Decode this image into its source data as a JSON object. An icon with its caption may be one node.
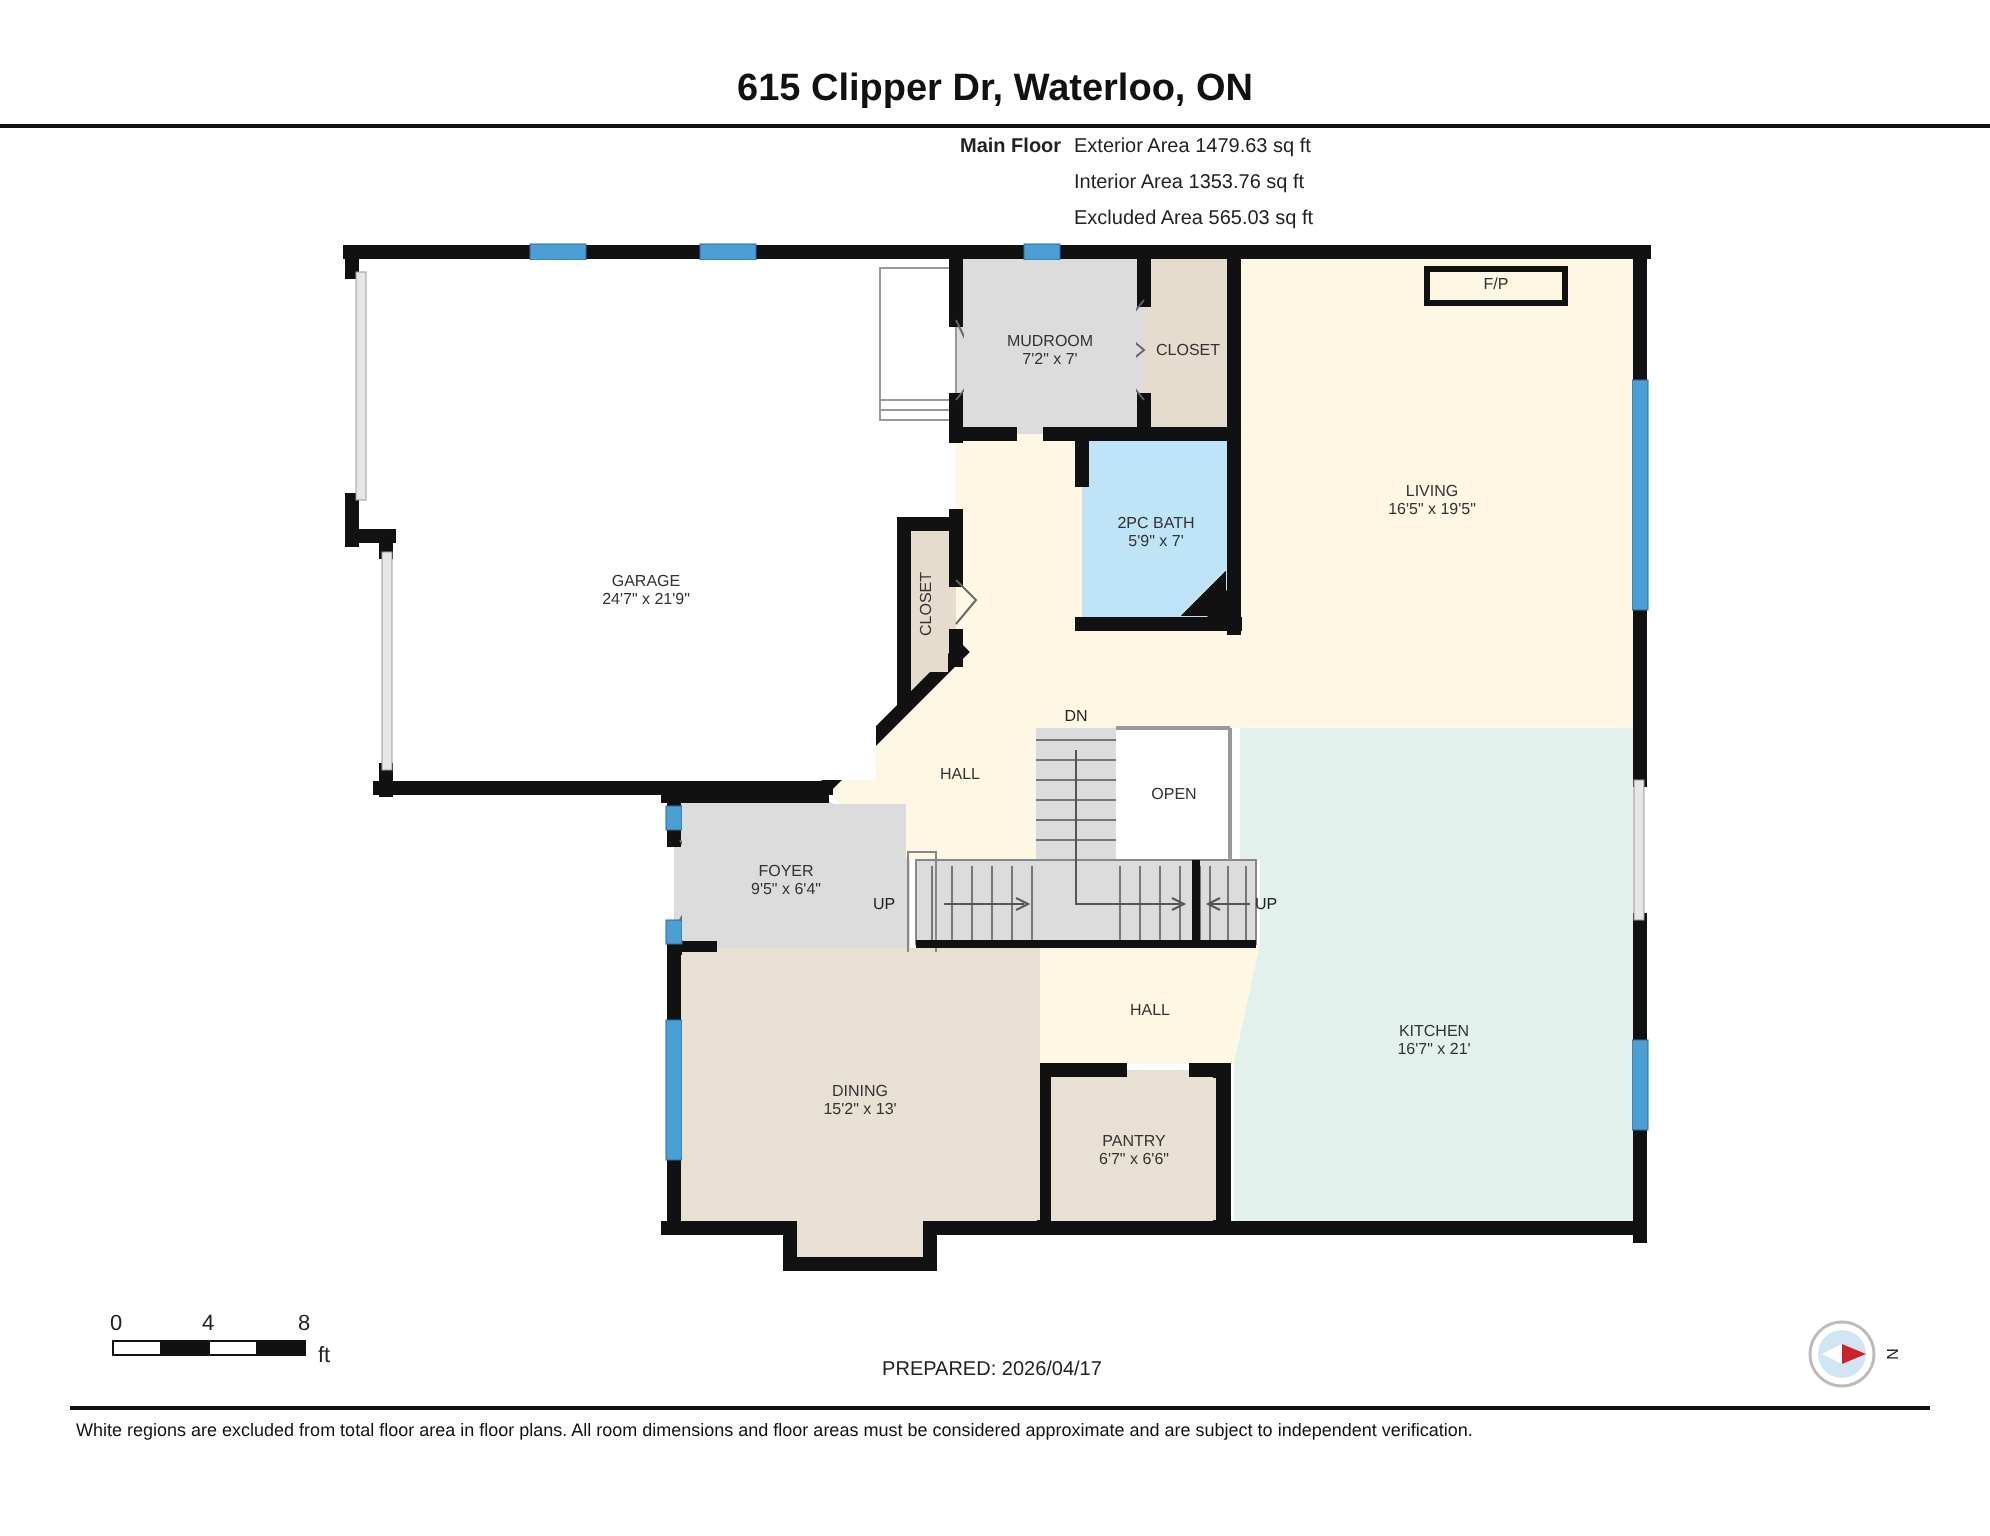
{
  "diagram": {
    "title": "615 Clipper Dr, Waterloo, ON",
    "nodes": [
      {
        "text": [
          "GARAGE",
          "24'7\" x 21'9\""
        ]
      },
      {
        "text": [
          "MUDROOM",
          "7'2\" x 7'"
        ]
      },
      {
        "text": [
          "CLOSET"
        ]
      },
      {
        "text": [
          "2PC BATH",
          "5'9\" x 7'"
        ]
      },
      {
        "text": [
          "LIVING",
          "16'5\" x 19'5\""
        ]
      },
      {
        "text": [
          "F/P"
        ],
        "in": 4
      },
      {
        "text": [
          "CLOSET"
        ]
      },
      {
        "text": [
          "HALL"
        ]
      },
      {
        "text": [
          "OPEN"
        ]
      },
      {
        "text": [
          "FOYER",
          "9'5\" x 6'4\""
        ]
      },
      {
        "text": [
          "HALL"
        ]
      },
      {
        "text": [
          "DINING",
          "15'2\" x 13'"
        ]
      },
      {
        "text": [
          "KITCHEN",
          "16'7\" x 21'"
        ]
      },
      {
        "text": [
          "PANTRY",
          "6'7\" x 6'6\""
        ]
      }
    ],
    "labels": [
      "Main Floor",
      "Exterior Area 1479.63 sq ft",
      "Interior Area 1353.76 sq ft",
      "Excluded Area 565.03 sq ft",
      "DN",
      "UP",
      "UP",
      "0",
      "4",
      "8",
      "ft",
      "PREPARED: 2026/04/17",
      "N",
      "White regions are excluded from total floor area in floor plans. All room dimensions and floor areas must be considered approximate and are subject to independent verification."
    ]
  }
}
